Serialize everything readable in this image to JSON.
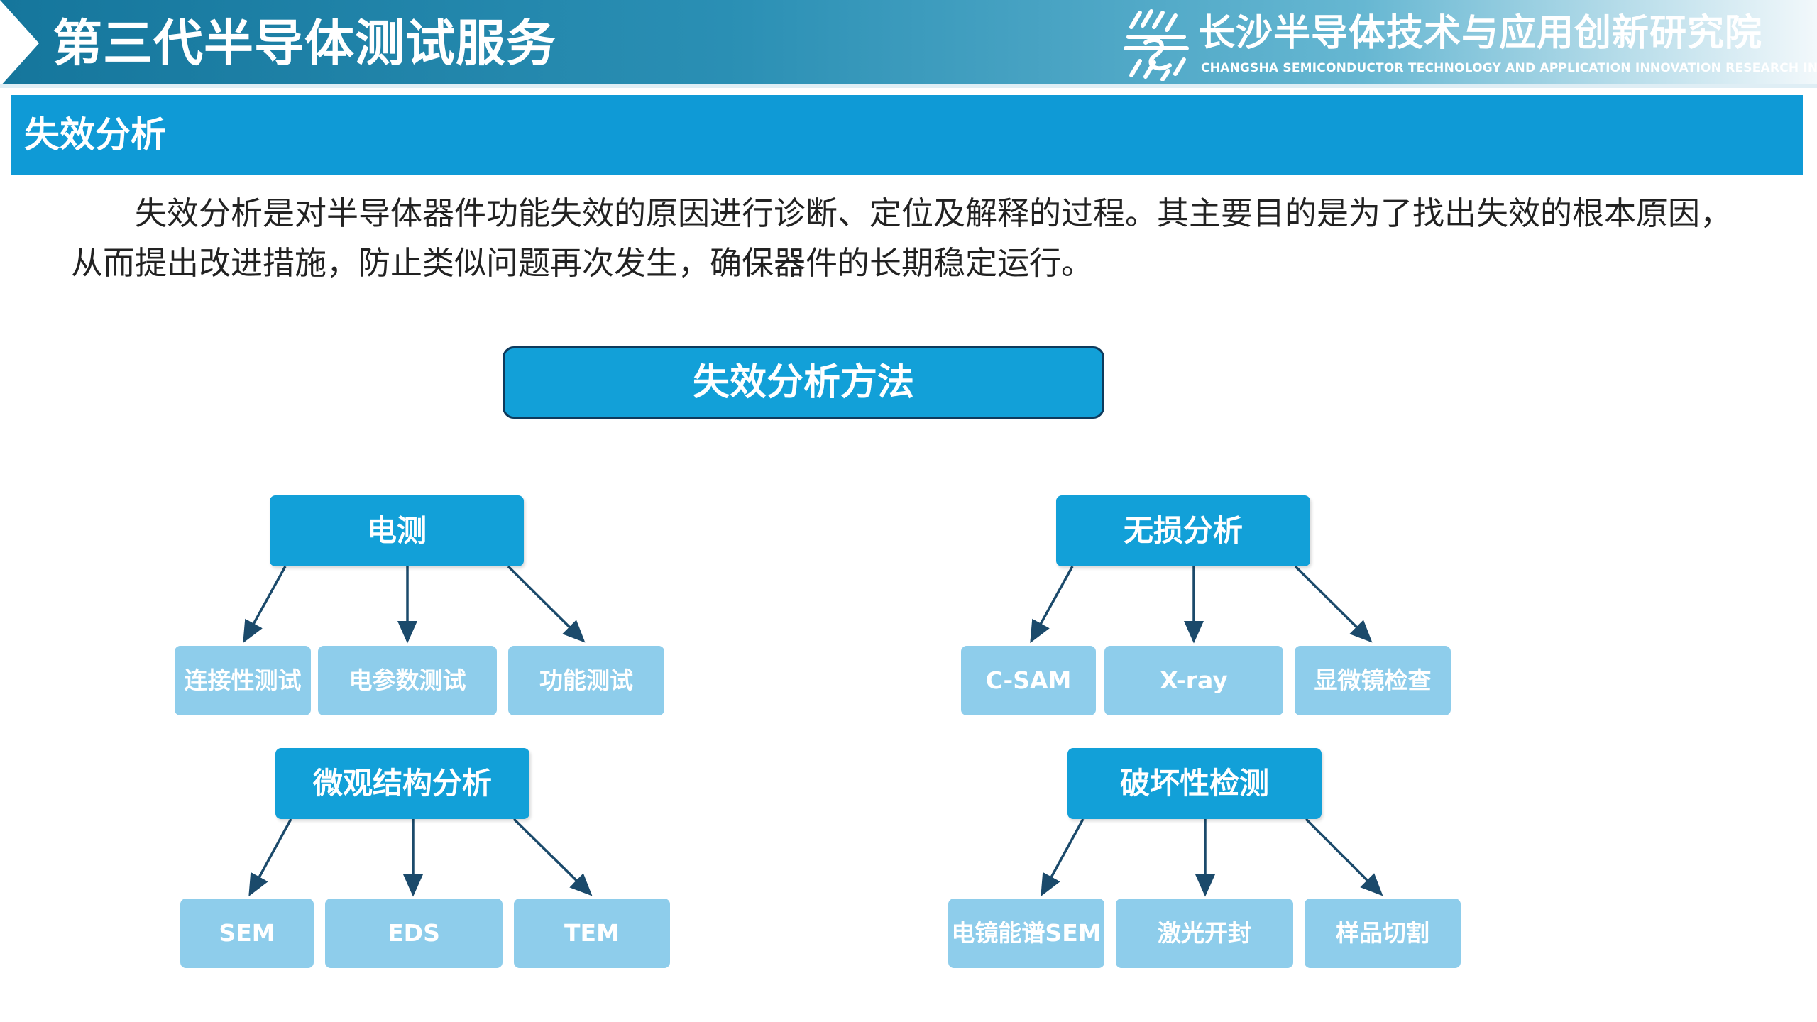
{
  "header": {
    "title": "第三代半导体测试服务",
    "logo_cn": "长沙半导体技术与应用创新研究院",
    "logo_en": "CHANGSHA SEMICONDUCTOR TECHNOLOGY AND APPLICATION INNOVATION RESEARCH INSTITUTE"
  },
  "section": {
    "title": "失效分析",
    "intro": "失效分析是对半导体器件功能失效的原因进行诊断、定位及解释的过程。其主要目的是为了找出失效的根本原因，从而提出改进措施，防止类似问题再次发生，确保器件的长期稳定运行。"
  },
  "diagram": {
    "title": "失效分析方法",
    "categories": [
      {
        "label": "电测",
        "children": [
          "连接性测试",
          "电参数测试",
          "功能测试"
        ]
      },
      {
        "label": "无损分析",
        "children": [
          "C-SAM",
          "X-ray",
          "显微镜检查"
        ]
      },
      {
        "label": "微观结构分析",
        "children": [
          "SEM",
          "EDS",
          "TEM"
        ]
      },
      {
        "label": "破坏性检测",
        "children": [
          "电镜能谱SEM",
          "激光开封",
          "样品切割"
        ]
      }
    ]
  },
  "colors": {
    "header_start": "#15769c",
    "section_bar": "#0f9ad6",
    "category_box": "#12a0d8",
    "sub_box": "#8ecdeb",
    "arrow": "#1b4a6b"
  }
}
